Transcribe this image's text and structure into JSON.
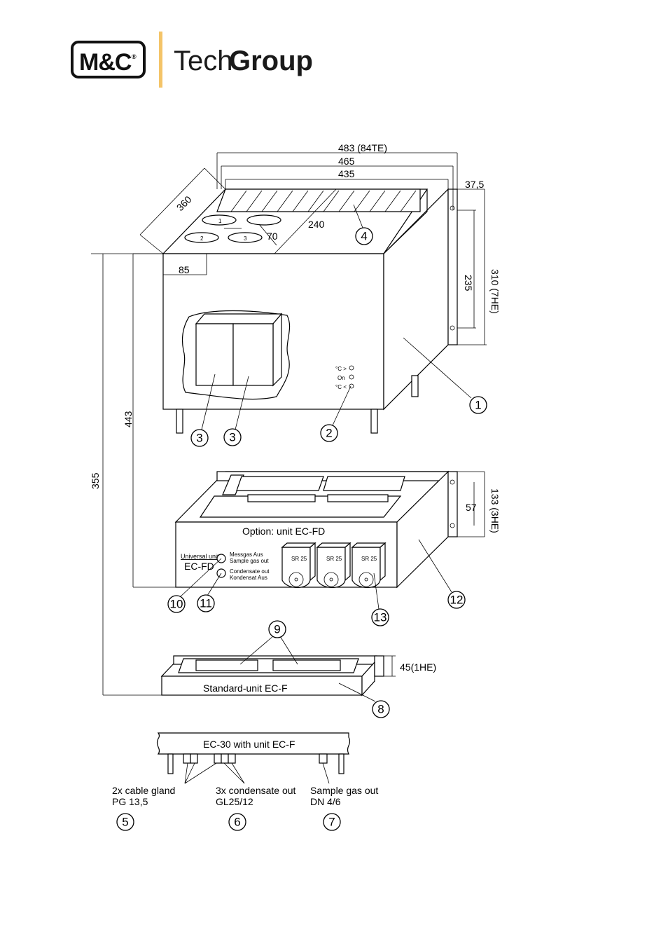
{
  "brand": {
    "logo_text": "M&C",
    "registered": "®",
    "group_light": "Tech",
    "group_bold": "Group",
    "accent_color": "#f4c468"
  },
  "dimensions": {
    "width_483": "483 (84TE)",
    "width_465": "465",
    "width_435": "435",
    "depth_360": "360",
    "d_240": "240",
    "d_70": "70",
    "d_85": "85",
    "d_37_5": "37,5",
    "h_235": "235",
    "h_310": "310 (7HE)",
    "h_443": "443",
    "h_355": "355",
    "h_57": "57",
    "h_133": "133 (3HE)",
    "h_45": "45(1HE)"
  },
  "top_unit": {
    "port_labels": [
      "1",
      "2",
      "3"
    ],
    "led_labels": [
      "°C >",
      "On",
      "°C <"
    ]
  },
  "middle_unit": {
    "title": "Option: unit EC-FD",
    "universal_label": "Universal unit",
    "model": "EC-FD",
    "gas_out_de": "Messgas Aus",
    "gas_out_en": "Sample gas out",
    "cond_out_en": "Condensate out",
    "cond_out_de": "Kondensat Aus",
    "pumps": [
      "SR 25",
      "SR 25",
      "SR 25"
    ]
  },
  "bottom_unit": {
    "title": "Standard-unit EC-F"
  },
  "rear_view": {
    "title": "EC-30 with unit EC-F",
    "gland_line1": "2x cable gland",
    "gland_line2": "PG 13,5",
    "condensate_line1": "3x condensate out",
    "condensate_line2": "GL25/12",
    "sample_line1": "Sample gas out",
    "sample_line2": "DN 4/6"
  },
  "callouts": [
    "1",
    "2",
    "3",
    "3",
    "4",
    "5",
    "6",
    "7",
    "8",
    "9",
    "10",
    "11",
    "12",
    "13"
  ]
}
